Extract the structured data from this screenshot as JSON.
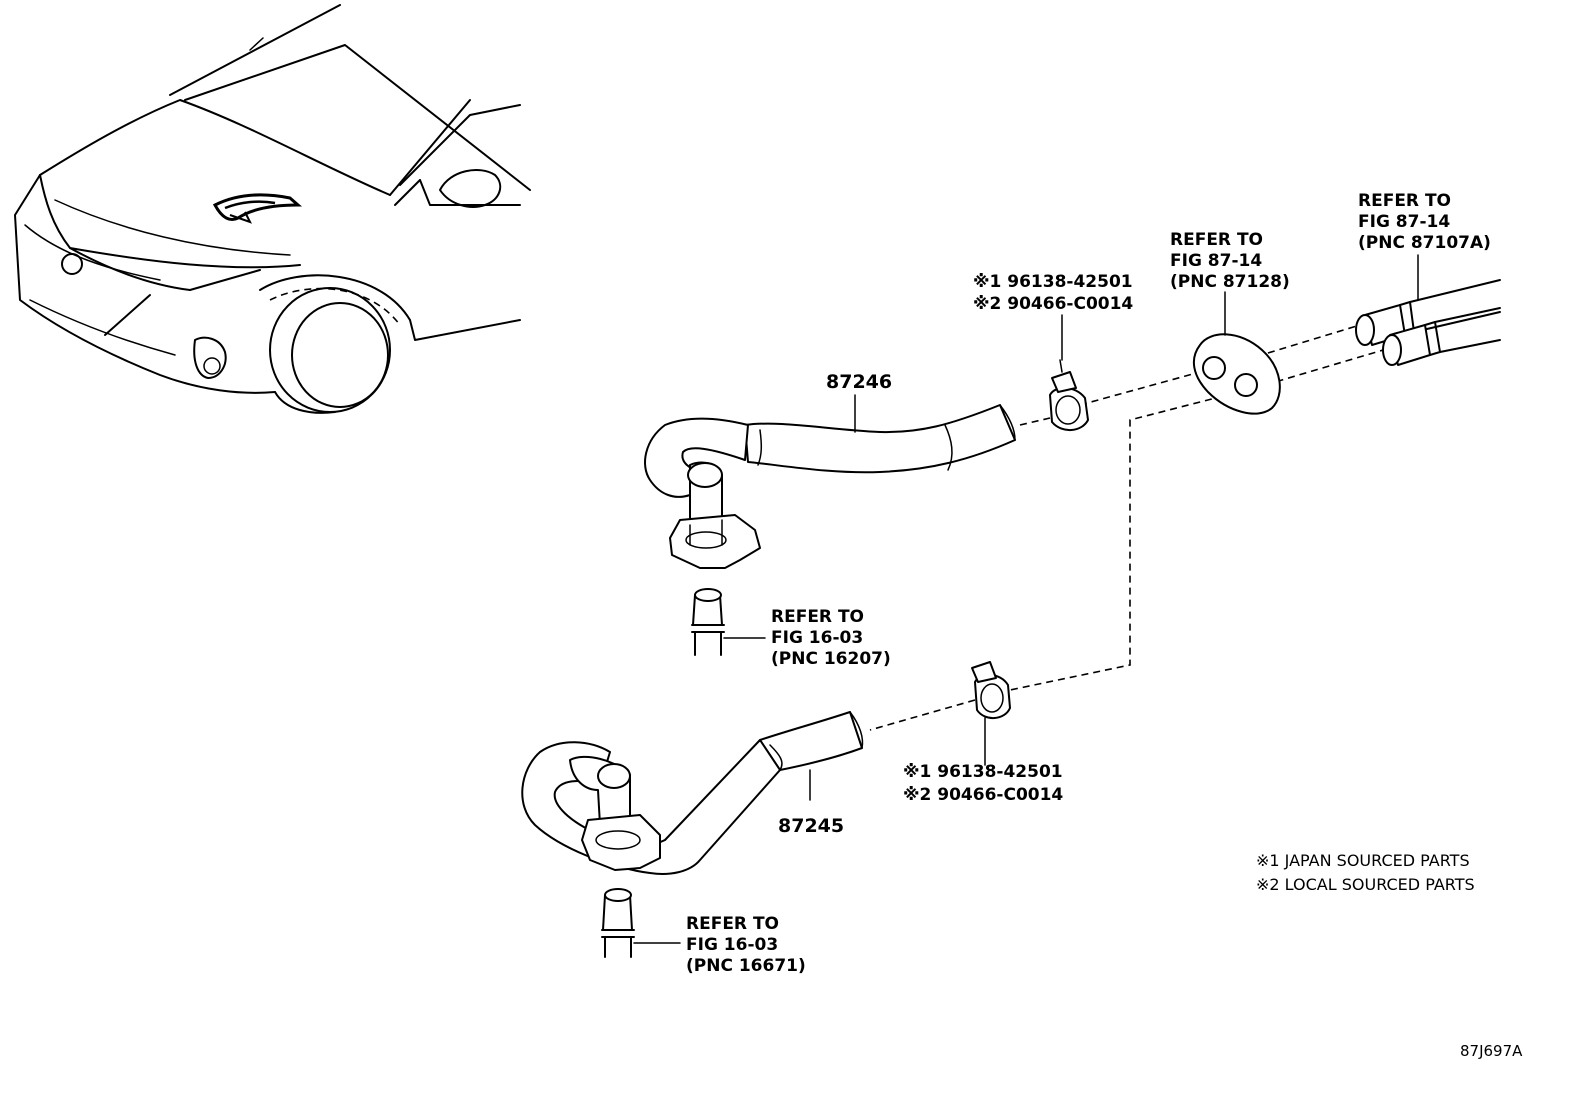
{
  "parts": {
    "hose_upper": "87246",
    "hose_lower": "87245"
  },
  "clamp_upper": {
    "line1": "※1 96138-42501",
    "line2": "※2 90466-C0014"
  },
  "clamp_lower": {
    "line1": "※1 96138-42501",
    "line2": "※2 90466-C0014"
  },
  "refs": {
    "grommet": [
      "REFER TO",
      "FIG 87-14",
      "(PNC 87128)"
    ],
    "nozzle_pipe": [
      "REFER TO",
      "FIG 87-14",
      "(PNC 87107A)"
    ],
    "pipe_upper": [
      "REFER TO",
      "FIG 16-03",
      "(PNC 16207)"
    ],
    "pipe_lower": [
      "REFER TO",
      "FIG 16-03",
      "(PNC 16671)"
    ]
  },
  "notes": {
    "n1": "※1 JAPAN SOURCED PARTS",
    "n2": "※2 LOCAL SOURCED PARTS"
  },
  "figure_id": "87J697A"
}
